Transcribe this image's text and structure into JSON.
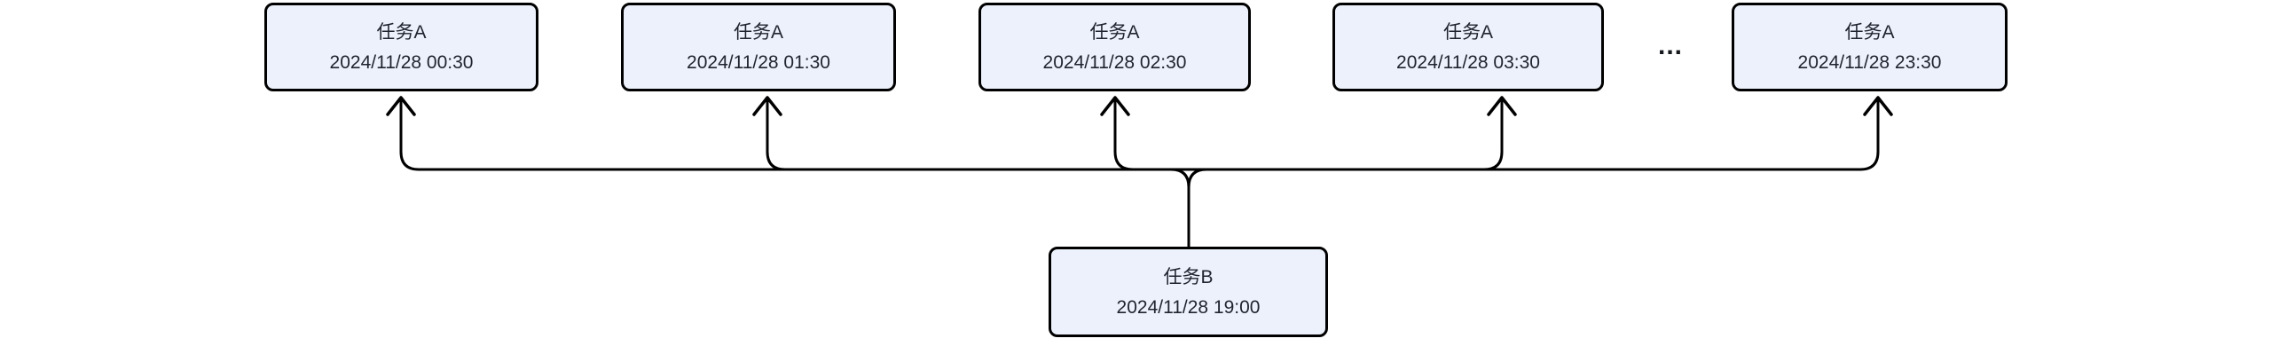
{
  "diagram": {
    "background_color": "#ffffff",
    "node_fill_color": "#ecf1fb",
    "node_border_color": "#000000",
    "edge_color": "#000000",
    "ellipsis": "...",
    "task_a_nodes": [
      {
        "label": "任务A",
        "datetime": "2024/11/28 00:30"
      },
      {
        "label": "任务A",
        "datetime": "2024/11/28 01:30"
      },
      {
        "label": "任务A",
        "datetime": "2024/11/28 02:30"
      },
      {
        "label": "任务A",
        "datetime": "2024/11/28 03:30"
      },
      {
        "label": "任务A",
        "datetime": "2024/11/28 23:30"
      }
    ],
    "task_b_node": {
      "label": "任务B",
      "datetime": "2024/11/28 19:00"
    }
  }
}
